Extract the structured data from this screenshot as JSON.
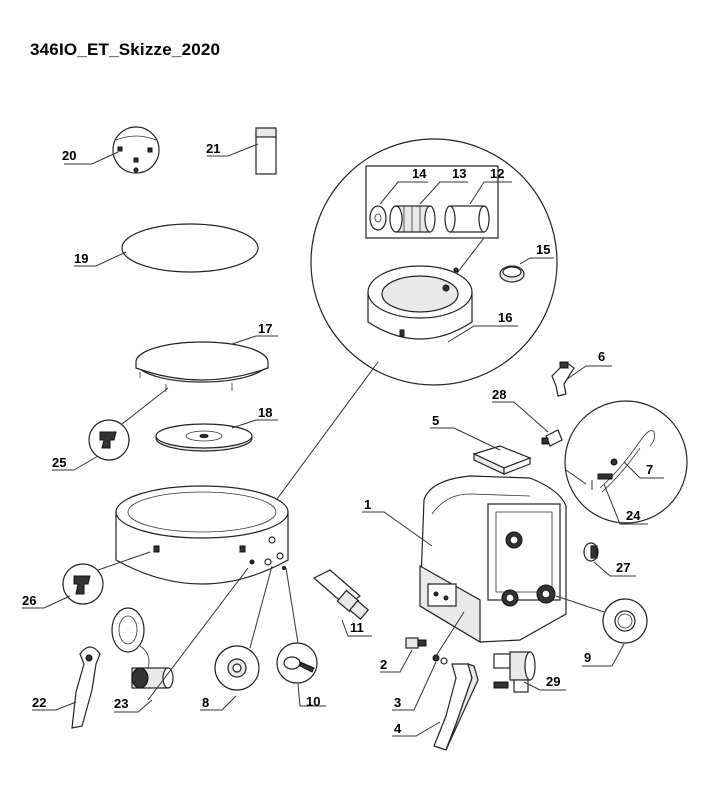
{
  "title": "346IO_ET_Skizze_2020",
  "labels": {
    "p1": "1",
    "p2": "2",
    "p3": "3",
    "p4": "4",
    "p5": "5",
    "p6": "6",
    "p7": "7",
    "p8": "8",
    "p9": "9",
    "p10": "10",
    "p11": "11",
    "p12": "12",
    "p13": "13",
    "p14": "14",
    "p15": "15",
    "p16": "16",
    "p17": "17",
    "p18": "18",
    "p19": "19",
    "p20": "20",
    "p21": "21",
    "p22": "22",
    "p23": "23",
    "p24": "24",
    "p25": "25",
    "p26": "26",
    "p27": "27",
    "p28": "28",
    "p29": "29"
  }
}
